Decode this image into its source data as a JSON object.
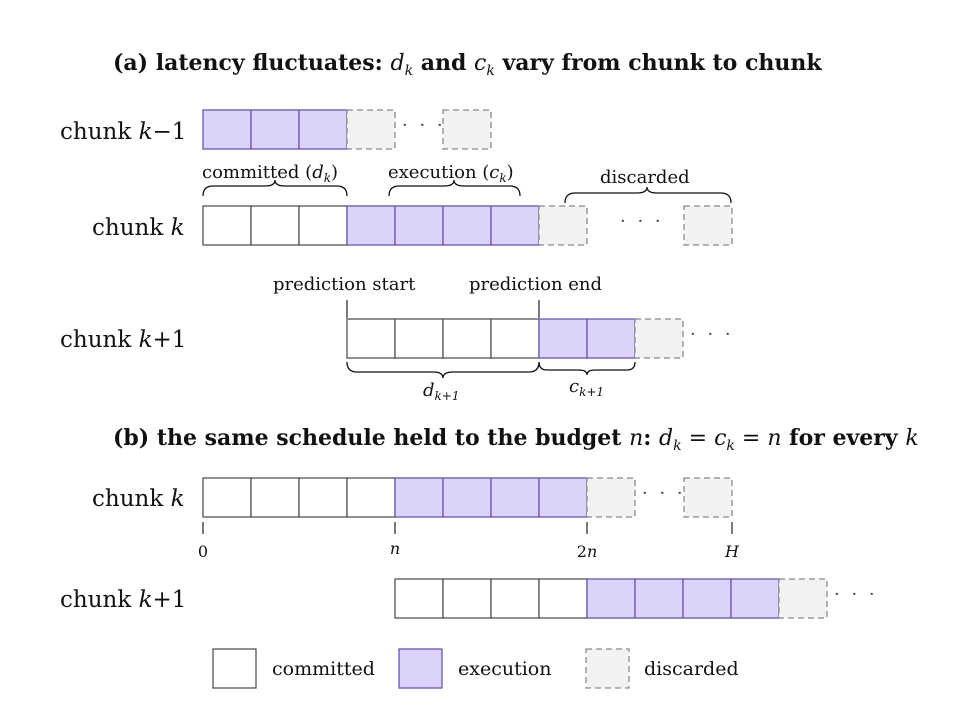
{
  "panel_a": {
    "title_prefix": "(a) latency fluctuates: ",
    "title_suffix": " vary from chunk to chunk",
    "title_and": " and ",
    "var_d": "d",
    "var_c": "c",
    "sub_k": "k",
    "rows": [
      {
        "label_word": "chunk ",
        "label_var": "k",
        "label_suffix": "−1"
      },
      {
        "label_word": "chunk ",
        "label_var": "k",
        "label_suffix": ""
      },
      {
        "label_word": "chunk ",
        "label_var": "k",
        "label_suffix": "+1"
      }
    ],
    "annotations": {
      "committed_word": "committed (",
      "execution_word": "execution (",
      "close_paren": ")",
      "discarded": "discarded",
      "prediction_start": "prediction start",
      "prediction_end": "prediction end",
      "sub_k1": "k+1"
    },
    "ellipsis": "· · ·"
  },
  "panel_b": {
    "title_prefix": "(b) the same schedule held to the budget ",
    "var_n": "n",
    "colon": ":",
    "eq": "=",
    "title_suffix": " for every ",
    "var_k": "k",
    "rows": [
      {
        "label_word": "chunk ",
        "label_var": "k",
        "label_suffix": ""
      },
      {
        "label_word": "chunk ",
        "label_var": "k",
        "label_suffix": "+1"
      }
    ],
    "ticks": {
      "t0": "0",
      "t1": "n",
      "t2_num": "2",
      "t2_var": "n",
      "t3": "H"
    },
    "ellipsis": "· · ·"
  },
  "legend": {
    "committed": "committed",
    "execution": "execution",
    "discarded": "discarded"
  },
  "colors": {
    "committed_fill": "#ffffff",
    "execution_fill": "#dcd3fb",
    "execution_stroke": "#6a55b5",
    "discarded_fill": "#f2f2f2",
    "discarded_stroke": "#8a8a8a"
  }
}
